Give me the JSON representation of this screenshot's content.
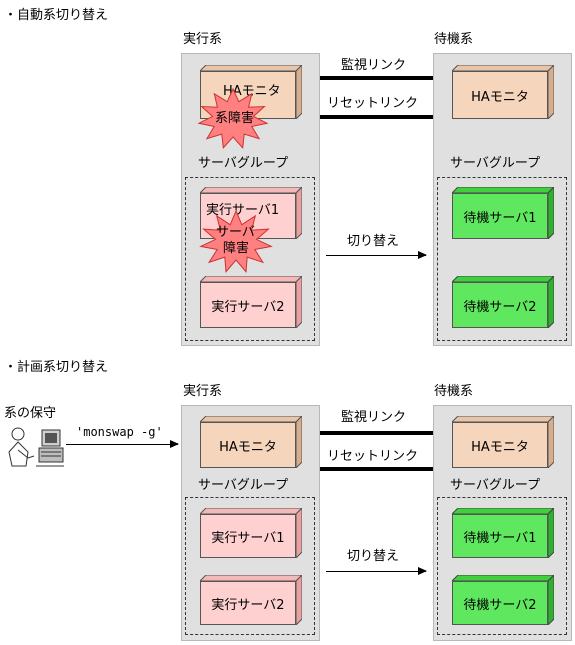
{
  "section1": {
    "title": "・自動系切り替え",
    "active_label": "実行系",
    "standby_label": "待機系",
    "active": {
      "ha_monitor": "HAモニタ",
      "group_label": "サーバグループ",
      "server1": "実行サーバ1",
      "server2": "実行サーバ2"
    },
    "standby": {
      "ha_monitor": "HAモニタ",
      "group_label": "サーバグループ",
      "server1": "待機サーバ1",
      "server2": "待機サーバ2"
    },
    "monitor_link": "監視リンク",
    "reset_link": "リセットリンク",
    "switchover": "切り替え",
    "system_failure": "系障害",
    "server_failure_line1": "サーバ",
    "server_failure_line2": "障害"
  },
  "section2": {
    "title": "・計画系切り替え",
    "maintenance_label": "系の保守",
    "command": "'monswap -g'",
    "active_label": "実行系",
    "standby_label": "待機系",
    "active": {
      "ha_monitor": "HAモニタ",
      "group_label": "サーバグループ",
      "server1": "実行サーバ1",
      "server2": "実行サーバ2"
    },
    "standby": {
      "ha_monitor": "HAモニタ",
      "group_label": "サーバグループ",
      "server1": "待機サーバ1",
      "server2": "待機サーバ2"
    },
    "monitor_link": "監視リンク",
    "reset_link": "リセットリンク",
    "switchover": "切り替え"
  },
  "colors": {
    "ha_monitor": "#f5d5bc",
    "active_server": "#ffd0d0",
    "standby_server": "#5fe85f",
    "failure_burst": "#ff8080",
    "panel": "#e0e0e0"
  }
}
